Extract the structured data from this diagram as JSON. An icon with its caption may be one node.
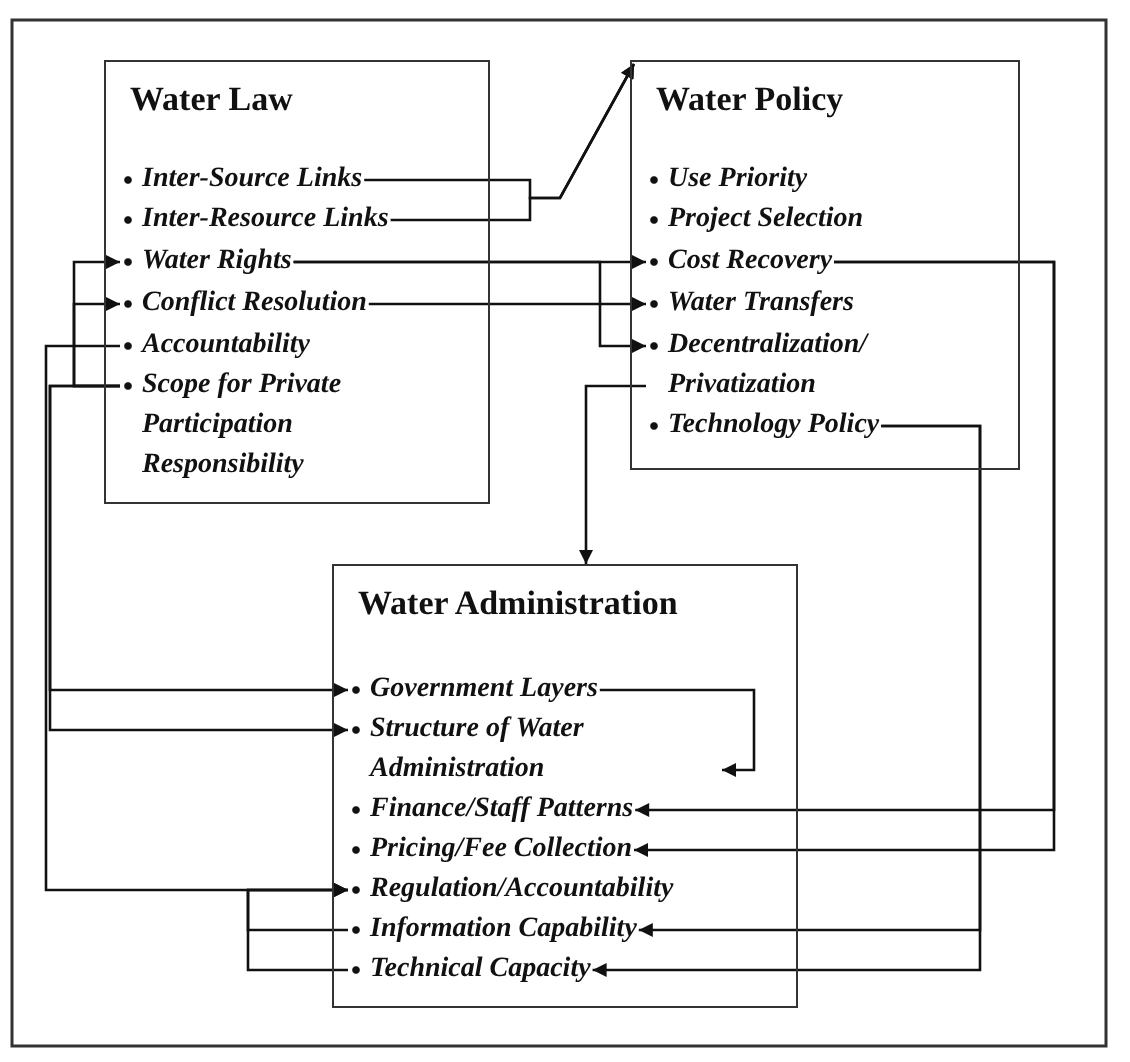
{
  "diagram": {
    "nodes": [
      {
        "text": [
          "Water Law"
        ]
      },
      {
        "text": [
          "Inter-Source Links"
        ],
        "in": 0
      },
      {
        "text": [
          "Inter-Resource Links"
        ],
        "in": 0
      },
      {
        "text": [
          "Water Rights"
        ],
        "in": 0
      },
      {
        "text": [
          "Conflict Resolution"
        ],
        "in": 0
      },
      {
        "text": [
          "Accountability"
        ],
        "in": 0
      },
      {
        "text": [
          "Scope for Private Participation Responsibility"
        ],
        "in": 0
      },
      {
        "text": [
          "Water Policy"
        ]
      },
      {
        "text": [
          "Use Priority"
        ],
        "in": 7
      },
      {
        "text": [
          "Project Selection"
        ],
        "in": 7
      },
      {
        "text": [
          "Cost Recovery"
        ],
        "in": 7
      },
      {
        "text": [
          "Water Transfers"
        ],
        "in": 7
      },
      {
        "text": [
          "Decentralization/ Privatization"
        ],
        "in": 7
      },
      {
        "text": [
          "Technology Policy"
        ],
        "in": 7
      },
      {
        "text": [
          "Water Administration"
        ]
      },
      {
        "text": [
          "Government Layers"
        ],
        "in": 14
      },
      {
        "text": [
          "Structure of Water Administration"
        ],
        "in": 14
      },
      {
        "text": [
          "Finance/Staff Patterns"
        ],
        "in": 14
      },
      {
        "text": [
          "Pricing/Fee Collection"
        ],
        "in": 14
      },
      {
        "text": [
          "Regulation/Accountability"
        ],
        "in": 14
      },
      {
        "text": [
          "Information Capability"
        ],
        "in": 14
      },
      {
        "text": [
          "Technical Capacity"
        ],
        "in": 14
      }
    ],
    "edges": [
      {
        "from": 1,
        "to": 7,
        "arrow": "to"
      },
      {
        "from": 2,
        "to": 7,
        "arrow": "to"
      },
      {
        "from": 3,
        "to": 10,
        "arrow": "to"
      },
      {
        "from": 3,
        "to": 12,
        "arrow": "to"
      },
      {
        "from": 4,
        "to": 11,
        "arrow": "to"
      },
      {
        "from": 6,
        "to": 3,
        "arrow": "to"
      },
      {
        "from": 6,
        "to": 4,
        "arrow": "to"
      },
      {
        "from": 5,
        "to": 19,
        "arrow": "to"
      },
      {
        "from": 6,
        "to": 15,
        "arrow": "to"
      },
      {
        "from": 6,
        "to": 16,
        "arrow": "to"
      },
      {
        "from": 20,
        "to": 19,
        "arrow": "to"
      },
      {
        "from": 21,
        "to": 19,
        "arrow": "to"
      },
      {
        "from": 12,
        "to": 14,
        "arrow": "to"
      },
      {
        "from": 10,
        "to": 17,
        "arrow": "to"
      },
      {
        "from": 10,
        "to": 18,
        "arrow": "to"
      },
      {
        "from": 13,
        "to": 20,
        "arrow": "to"
      },
      {
        "from": 13,
        "to": 21,
        "arrow": "to"
      },
      {
        "from": 15,
        "to": 16,
        "arrow": "to"
      }
    ]
  }
}
